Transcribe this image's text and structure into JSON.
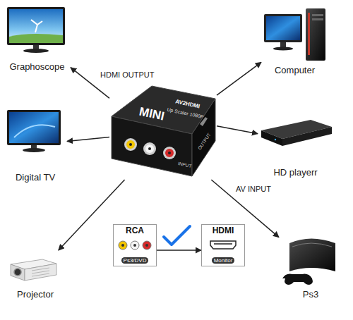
{
  "diagram": {
    "nodes": [
      {
        "text": [
          "Graphoscope"
        ]
      },
      {
        "text": [
          "Computer"
        ]
      },
      {
        "text": [
          "MINI",
          "AV2HDMI",
          "Up Scaler 1080P",
          "OUTPUT",
          "INPUT"
        ]
      },
      {
        "text": [
          "Digital TV"
        ]
      },
      {
        "text": [
          "HD playerr"
        ]
      },
      {
        "text": [
          "RCA",
          "Ps3/DVD"
        ]
      },
      {
        "text": [
          "HDMI",
          "Monitor"
        ]
      },
      {
        "text": [
          "Projector"
        ]
      },
      {
        "text": [
          "Ps3"
        ]
      }
    ],
    "edges": [
      {
        "from": 2,
        "to": 0,
        "arrow": "to"
      },
      {
        "from": 2,
        "to": 3,
        "arrow": "to"
      },
      {
        "from": 2,
        "to": 7,
        "arrow": "to"
      },
      {
        "from": 2,
        "to": 1,
        "arrow": "to"
      },
      {
        "from": 2,
        "to": 4,
        "arrow": "to"
      },
      {
        "from": 2,
        "to": 8,
        "arrow": "to"
      },
      {
        "from": 5,
        "to": 6,
        "arrow": "to"
      }
    ],
    "labels": [
      "HDMI OUTPUT",
      "AV INPUT"
    ]
  }
}
